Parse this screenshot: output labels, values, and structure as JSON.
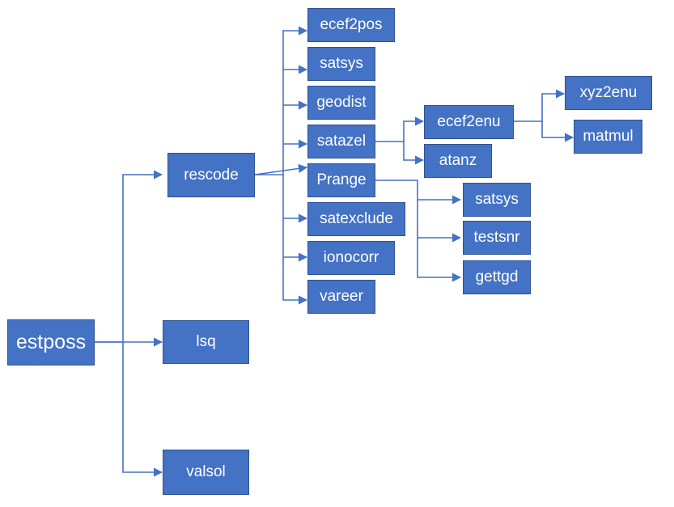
{
  "diagram": {
    "line_color": "#4472c4",
    "box_color": "#4472c4",
    "text_color": "#ffffff",
    "nodes": {
      "estposs": "estposs",
      "rescode": "rescode",
      "lsq": "lsq",
      "valsol": "valsol",
      "ecef2pos": "ecef2pos",
      "satsys": "satsys",
      "geodist": "geodist",
      "satazel": "satazel",
      "prange": "Prange",
      "satexclude": "satexclude",
      "ionocorr": "ionocorr",
      "vareer": "vareer",
      "ecef2enu": "ecef2enu",
      "atanz": "atanz",
      "xyz2enu": "xyz2enu",
      "matmul": "matmul",
      "prange_satsys": "satsys",
      "testsnr": "testsnr",
      "gettgd": "gettgd"
    },
    "edges": [
      [
        "estposs",
        "rescode"
      ],
      [
        "estposs",
        "lsq"
      ],
      [
        "estposs",
        "valsol"
      ],
      [
        "rescode",
        "ecef2pos"
      ],
      [
        "rescode",
        "satsys"
      ],
      [
        "rescode",
        "geodist"
      ],
      [
        "rescode",
        "satazel"
      ],
      [
        "rescode",
        "prange"
      ],
      [
        "rescode",
        "satexclude"
      ],
      [
        "rescode",
        "ionocorr"
      ],
      [
        "rescode",
        "vareer"
      ],
      [
        "satazel",
        "ecef2enu"
      ],
      [
        "satazel",
        "atanz"
      ],
      [
        "ecef2enu",
        "xyz2enu"
      ],
      [
        "ecef2enu",
        "matmul"
      ],
      [
        "prange",
        "prange_satsys"
      ],
      [
        "prange",
        "testsnr"
      ],
      [
        "prange",
        "gettgd"
      ]
    ]
  }
}
